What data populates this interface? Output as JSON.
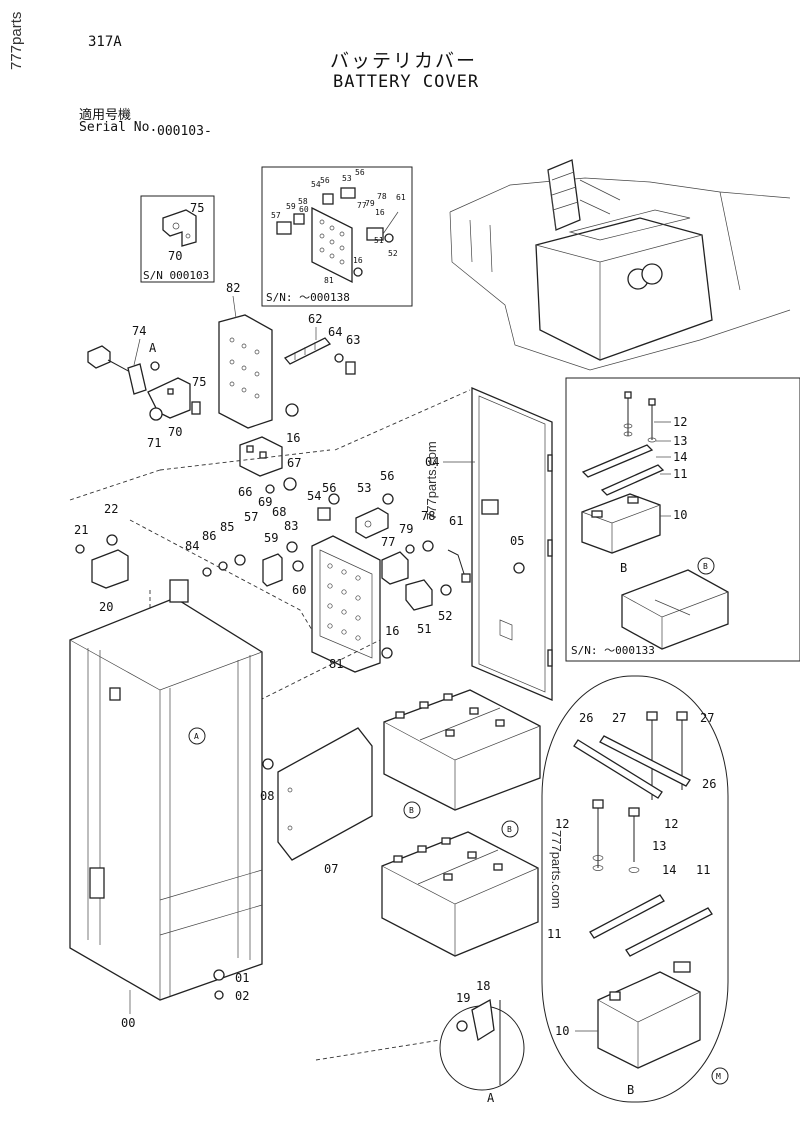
{
  "watermark": "777parts",
  "page_code": "317A",
  "title_jp": "バッテリカバー",
  "title_en": "BATTERY COVER",
  "serial_label_jp": "適用号機",
  "serial_label_en": "Serial No.",
  "serial_value": "000103-",
  "inset_labels": {
    "sn_000103": "S/N 000103",
    "sn_000138": "S/N: ～000138",
    "sn_000133": "S/N: ～000133"
  },
  "center_watermark": "777parts.com",
  "mark_m": "M",
  "callout_a": "A",
  "callout_b": "B",
  "part_labels": {
    "p00": "00",
    "p01": "01",
    "p02": "02",
    "p04": "04",
    "p05": "05",
    "p07": "07",
    "p08": "08",
    "p10": "10",
    "p11": "11",
    "p12": "12",
    "p13": "13",
    "p14": "14",
    "p16": "16",
    "p18": "18",
    "p19": "19",
    "p20": "20",
    "p21": "21",
    "p22": "22",
    "p26": "26",
    "p27": "27",
    "p51": "51",
    "p52": "52",
    "p53": "53",
    "p54": "54",
    "p56": "56",
    "p57": "57",
    "p59": "59",
    "p60": "60",
    "p61": "61",
    "p62": "62",
    "p63": "63",
    "p64": "64",
    "p66": "66",
    "p67": "67",
    "p68": "68",
    "p69": "69",
    "p70": "70",
    "p71": "71",
    "p74": "74",
    "p75": "75",
    "p77": "77",
    "p78": "78",
    "p79": "79",
    "p81": "81",
    "p82": "82",
    "p83": "83",
    "p84": "84",
    "p85": "85",
    "p86": "86"
  }
}
